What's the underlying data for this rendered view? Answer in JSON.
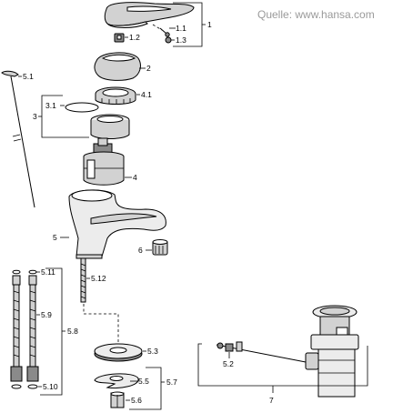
{
  "source": "Quelle: www.hansa.com",
  "labels": {
    "l1": "1",
    "l1_1": "1.1",
    "l1_2": "1.2",
    "l1_3": "1.3",
    "l2": "2",
    "l3": "3",
    "l3_1": "3.1",
    "l4": "4",
    "l4_1": "4.1",
    "l5": "5",
    "l5_1": "5.1",
    "l5_2": "5.2",
    "l5_3": "5.3",
    "l5_5": "5.5",
    "l5_6": "5.6",
    "l5_7": "5.7",
    "l5_8": "5.8",
    "l5_9": "5.9",
    "l5_10": "5.10",
    "l5_11": "5.11",
    "l5_12": "5.12",
    "l6": "6",
    "l7": "7"
  }
}
